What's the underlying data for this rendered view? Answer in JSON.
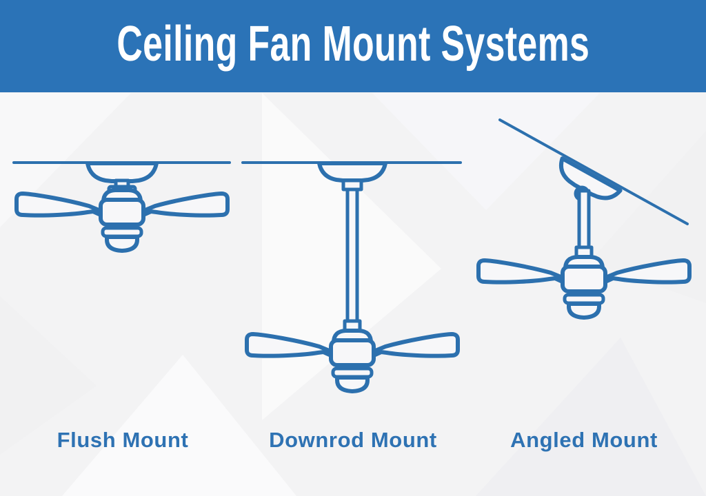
{
  "header": {
    "title": "Ceiling Fan Mount Systems"
  },
  "mounts": [
    {
      "id": "flush",
      "label": "Flush Mount",
      "icon": "flush-mount-fan-icon"
    },
    {
      "id": "downrod",
      "label": "Downrod Mount",
      "icon": "downrod-mount-fan-icon"
    },
    {
      "id": "angled",
      "label": "Angled Mount",
      "icon": "angled-mount-fan-icon"
    }
  ],
  "colors": {
    "header_bg": "#2b73b7",
    "title_color": "#ffffff",
    "stroke": "#2c70ae",
    "label": "#2e72b3",
    "background": "#f3f3f4",
    "shape_fill": "#f7f7f9"
  }
}
